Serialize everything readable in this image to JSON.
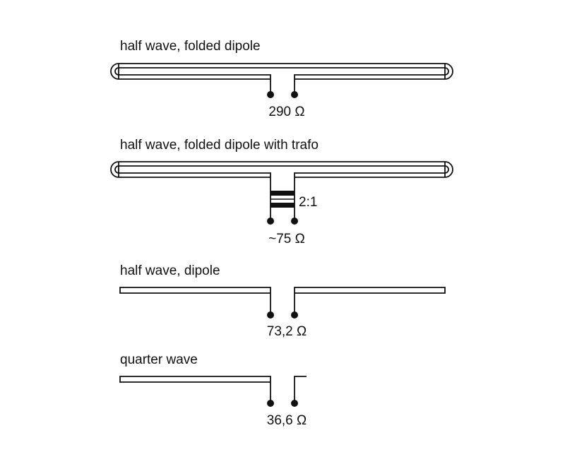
{
  "diagrams": [
    {
      "title": "half wave, folded dipole",
      "impedance": "290 Ω"
    },
    {
      "title": "half wave, folded dipole with trafo",
      "impedance": "~75 Ω",
      "transformer_ratio": "2:1"
    },
    {
      "title": "half wave, dipole",
      "impedance": "73,2 Ω"
    },
    {
      "title": "quarter wave",
      "impedance": "36,6 Ω"
    }
  ]
}
